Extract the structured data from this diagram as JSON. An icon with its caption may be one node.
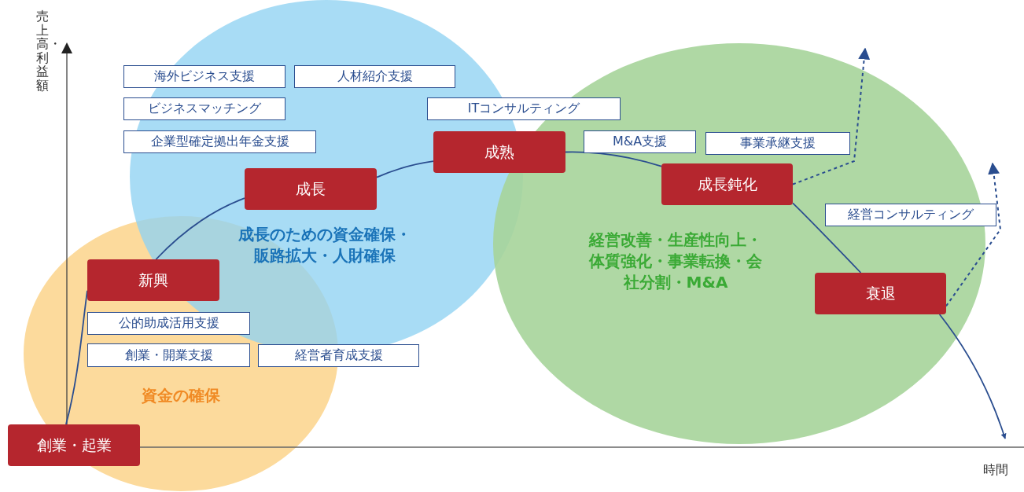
{
  "diagram": {
    "nodes": [
      {
        "text": [
          "海外ビジネス支援"
        ]
      },
      {
        "text": [
          "人材紹介支援"
        ]
      },
      {
        "text": [
          "ビジネスマッチング"
        ]
      },
      {
        "text": [
          "ITコンサルティング"
        ]
      },
      {
        "text": [
          "企業型確定拠出年金支援"
        ]
      },
      {
        "text": [
          "成熟"
        ]
      },
      {
        "text": [
          "M&A支援"
        ]
      },
      {
        "text": [
          "事業承継支援"
        ]
      },
      {
        "text": [
          "成長"
        ]
      },
      {
        "text": [
          "成長鈍化"
        ]
      },
      {
        "text": [
          "経営コンサルティング"
        ]
      },
      {
        "text": [
          "新興"
        ]
      },
      {
        "text": [
          "衰退"
        ]
      },
      {
        "text": [
          "公的助成活用支援"
        ]
      },
      {
        "text": [
          "創業・開業支援"
        ]
      },
      {
        "text": [
          "経営者育成支援"
        ]
      },
      {
        "text": [
          "創業・起業"
        ]
      }
    ],
    "edges": [
      {
        "from": 16,
        "to": 11,
        "arrow": "none"
      },
      {
        "from": 11,
        "to": 8,
        "arrow": "none"
      },
      {
        "from": 8,
        "to": 5,
        "arrow": "none"
      },
      {
        "from": 5,
        "to": 9,
        "arrow": "none"
      },
      {
        "from": 9,
        "to": 12,
        "arrow": "none"
      },
      {
        "from": 12,
        "to": null,
        "arrow": "to"
      },
      {
        "from": 9,
        "to": null,
        "arrow": "to",
        "style": "dashed"
      },
      {
        "from": 12,
        "to": null,
        "arrow": "to",
        "style": "dashed"
      }
    ],
    "labels": [
      "売上高・利益額",
      "成長のための資金確保・販路拡大・人財確保",
      "経営改善・生産性向上・体質強化・事業転換・会社分割・M&A",
      "資金の確保",
      "時間"
    ]
  }
}
